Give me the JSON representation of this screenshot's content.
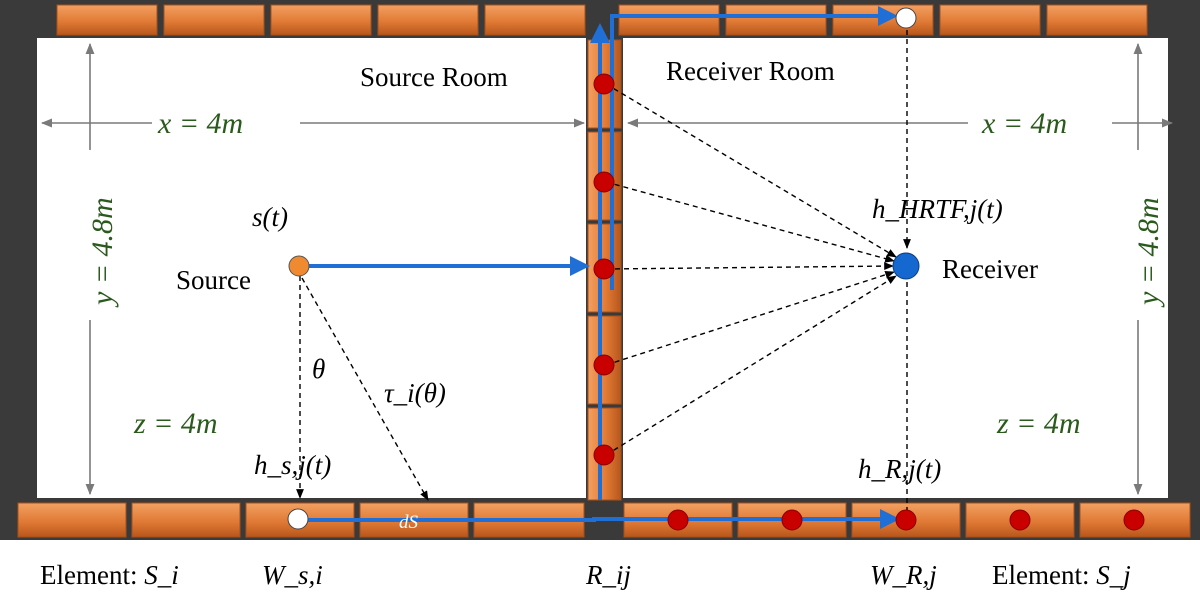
{
  "rooms": {
    "source": {
      "title": "Source Room"
    },
    "receiver": {
      "title": "Receiver Room"
    }
  },
  "dimensions": {
    "source_x": "x = 4m",
    "source_y": "y = 4.8m",
    "source_z": "z = 4m",
    "receiver_x": "x = 4m",
    "receiver_y": "y = 4.8m",
    "receiver_z": "z = 4m"
  },
  "labels": {
    "source_signal": "s(t)",
    "source": "Source",
    "receiver": "Receiver",
    "hrtf": "h_HRTF,j(t)",
    "theta": "θ",
    "tau": "τ_i(θ)",
    "h_source": "h_s,j(t)",
    "h_receiver": "h_R,j(t)",
    "ds": "dS",
    "element_left_prefix": "Element: ",
    "element_left_sym": "S_i",
    "w_source": "W_s,i",
    "r_ij": "R_ij",
    "w_receiver": "W_R,j",
    "element_right_prefix": "Element: ",
    "element_right_sym": "S_j"
  },
  "colors": {
    "brick": "#e07a35",
    "wall": "#3a3a3a",
    "arrow_blue": "#1f6fd6",
    "red_point": "#c80000",
    "source_dot": "#f08a30",
    "receiver_dot": "#1468d0",
    "dimension_text": "#2a5a1c"
  }
}
